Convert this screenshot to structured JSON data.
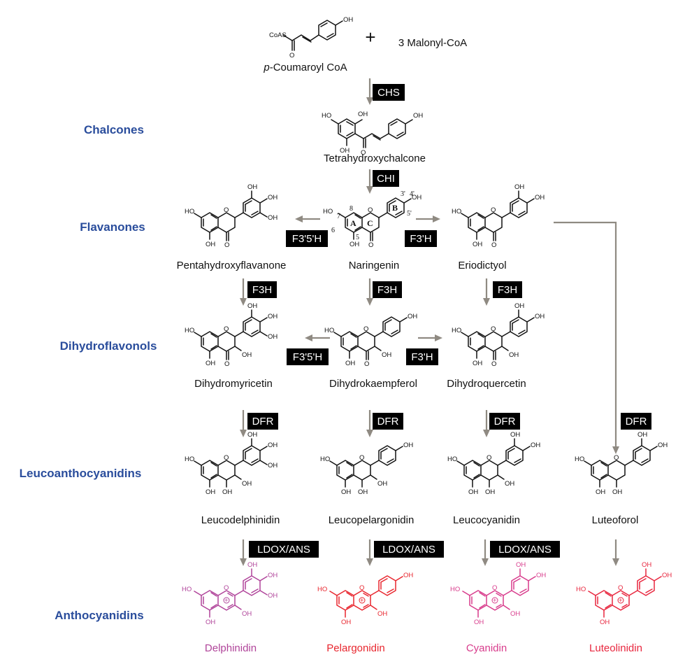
{
  "colors": {
    "class_label": "#2a4d9c",
    "arrow": "#8f8a82",
    "structure_black": "#111111",
    "delphinidin": "#b0449a",
    "pelargonidin": "#e8262e",
    "cyanidin": "#d83c8c",
    "luteolinidin": "#e8263e"
  },
  "classes": {
    "chalcones": "Chalcones",
    "flavanones": "Flavanones",
    "dihydroflavonols": "Dihydroflavonols",
    "leucoanthocyanidins": "Leucoanthocyanidins",
    "anthocyanidins": "Anthocyanidins"
  },
  "compounds": {
    "coumaroyl_prefix": "p",
    "coumaroyl_rest": "-Coumaroyl CoA",
    "malonyl": "3 Malonyl-CoA",
    "plus": "+",
    "tetrahydroxychalcone": "Tetrahydroxychalcone",
    "pentahydroxyflavanone": "Pentahydroxyflavanone",
    "naringenin": "Naringenin",
    "eriodictyol": "Eriodictyol",
    "dihydromyricetin": "Dihydromyricetin",
    "dihydrokaempferol": "Dihydrokaempferol",
    "dihydroquercetin": "Dihydroquercetin",
    "leucodelphinidin": "Leucodelphinidin",
    "leucopelargonidin": "Leucopelargonidin",
    "leucocyanidin": "Leucocyanidin",
    "luteoforol": "Luteoforol",
    "delphinidin": "Delphinidin",
    "pelargonidin": "Pelargonidin",
    "cyanidin": "Cyanidin",
    "luteolinidin": "Luteolinidin"
  },
  "enzymes": {
    "chs": "CHS",
    "chi": "CHI",
    "f35h_1": "F3'5'H",
    "f3h_1": "F3'H",
    "f3h_a": "F3H",
    "f3h_b": "F3H",
    "f3h_c": "F3H",
    "f35h_2": "F3'5'H",
    "f3h_2": "F3'H",
    "dfr_a": "DFR",
    "dfr_b": "DFR",
    "dfr_c": "DFR",
    "dfr_d": "DFR",
    "ldox_a": "LDOX/ANS",
    "ldox_b": "LDOX/ANS",
    "ldox_c": "LDOX/ANS"
  },
  "atoms": {
    "oh": "OH",
    "ho": "HO",
    "o": "O",
    "coas": "CoAS",
    "plus_charge": "+"
  },
  "naringenin_labels": {
    "ring_a": "A",
    "ring_b": "B",
    "ring_c": "C",
    "n3p": "3'",
    "n4p": "4'",
    "n5p": "5'",
    "n5": "5",
    "n6": "6",
    "n7": "7",
    "n8": "8"
  }
}
